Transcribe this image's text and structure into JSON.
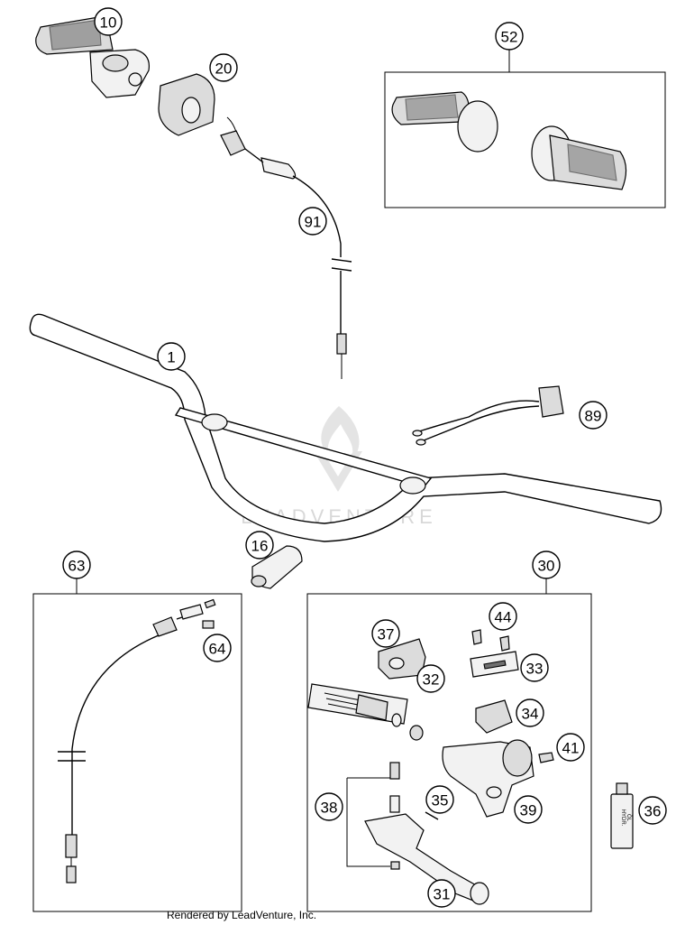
{
  "callouts": [
    {
      "id": "10",
      "label": "10"
    },
    {
      "id": "20",
      "label": "20"
    },
    {
      "id": "52",
      "label": "52"
    },
    {
      "id": "91",
      "label": "91"
    },
    {
      "id": "1",
      "label": "1"
    },
    {
      "id": "89",
      "label": "89"
    },
    {
      "id": "16",
      "label": "16"
    },
    {
      "id": "63",
      "label": "63"
    },
    {
      "id": "64",
      "label": "64"
    },
    {
      "id": "30",
      "label": "30"
    },
    {
      "id": "44",
      "label": "44"
    },
    {
      "id": "37",
      "label": "37"
    },
    {
      "id": "33",
      "label": "33"
    },
    {
      "id": "32",
      "label": "32"
    },
    {
      "id": "34",
      "label": "34"
    },
    {
      "id": "41",
      "label": "41"
    },
    {
      "id": "35",
      "label": "35"
    },
    {
      "id": "38",
      "label": "38"
    },
    {
      "id": "39",
      "label": "39"
    },
    {
      "id": "36",
      "label": "36"
    },
    {
      "id": "31",
      "label": "31"
    }
  ],
  "bottle_label": {
    "line1": "HYDR.",
    "line2": "ÖL"
  },
  "watermark": "LEADVENTURE",
  "footer": "Rendered by LeadVenture, Inc."
}
